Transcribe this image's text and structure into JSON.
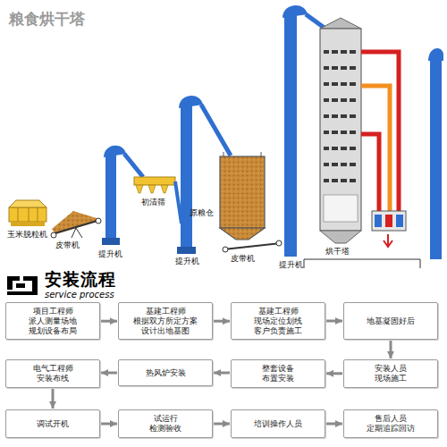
{
  "diagram": {
    "title": "粮食烘干塔",
    "nodes": [
      {
        "text": [
          "项目工程师 派人测量场地 规划设备布局"
        ]
      },
      {
        "text": [
          "基建工程师 根据双方所定方案 设计出地基图"
        ]
      },
      {
        "text": [
          "基建工程师 现场定位划线 客户负责施工"
        ]
      },
      {
        "text": [
          "地基凝固好后"
        ]
      },
      {
        "text": [
          "电气工程师 安装布线"
        ]
      },
      {
        "text": [
          "热风炉安装"
        ]
      },
      {
        "text": [
          "整套设备 布置安装"
        ]
      },
      {
        "text": [
          "安装人员 现场施工"
        ]
      },
      {
        "text": [
          "调试开机"
        ]
      },
      {
        "text": [
          "试运行 检测验收"
        ]
      },
      {
        "text": [
          "培训操作人员"
        ]
      },
      {
        "text": [
          "售后人员 定期追踪回访"
        ]
      }
    ],
    "edges": [
      {
        "from": 0,
        "to": 1,
        "arrow": "to"
      },
      {
        "from": 1,
        "to": 2,
        "arrow": "to"
      },
      {
        "from": 2,
        "to": 3,
        "arrow": "to"
      },
      {
        "from": 3,
        "to": 7,
        "arrow": "to"
      },
      {
        "from": 7,
        "to": 6,
        "arrow": "to"
      },
      {
        "from": 6,
        "to": 5,
        "arrow": "to"
      },
      {
        "from": 5,
        "to": 4,
        "arrow": "to"
      },
      {
        "from": 4,
        "to": 8,
        "arrow": "to"
      },
      {
        "from": 8,
        "to": 9,
        "arrow": "to"
      },
      {
        "from": 9,
        "to": 10,
        "arrow": "to"
      },
      {
        "from": 10,
        "to": 11,
        "arrow": "to"
      }
    ],
    "labels": [
      "玉米脱粒机",
      "皮带机",
      "初清筛",
      "提升机",
      "提升机",
      "原粮仓",
      "皮带机",
      "提升机",
      "烘干塔",
      "安装流程",
      "service process"
    ]
  }
}
